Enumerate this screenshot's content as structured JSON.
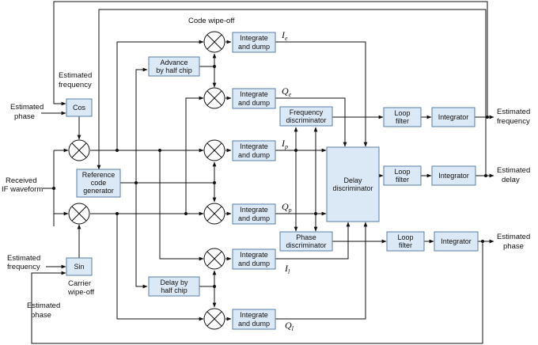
{
  "labels": {
    "code_wipeoff": "Code wipe-off",
    "estimated_frequency_top": [
      "Estimated",
      "frequency"
    ],
    "estimated_phase_left": [
      "Estimated",
      "phase"
    ],
    "received_if": [
      "Received",
      "IF waveform"
    ],
    "estimated_frequency_bottom": [
      "Estimated",
      "frequency"
    ],
    "carrier_wipeoff": [
      "Carrier",
      "wipe-off"
    ],
    "estimated_phase_bottom": [
      "Estimated",
      "phase"
    ],
    "out_frequency": [
      "Estimated",
      "frequency"
    ],
    "out_delay": [
      "Estimated",
      "delay"
    ],
    "out_phase": [
      "Estimated",
      "phase"
    ]
  },
  "signals": {
    "ie": {
      "main": "I",
      "sub": "e"
    },
    "qe": {
      "main": "Q",
      "sub": "e"
    },
    "ip": {
      "main": "I",
      "sub": "p"
    },
    "qp": {
      "main": "Q",
      "sub": "p"
    },
    "il": {
      "main": "I",
      "sub": "l"
    },
    "ql": {
      "main": "Q",
      "sub": "l"
    }
  },
  "blocks": {
    "cos": [
      "Cos"
    ],
    "sin": [
      "Sin"
    ],
    "ref_code_gen": [
      "Reference",
      "code",
      "generator"
    ],
    "advance_half_chip": [
      "Advance",
      "by half chip"
    ],
    "delay_half_chip": [
      "Delay by",
      "half chip"
    ],
    "integrate_dump": [
      "Integrate",
      "and dump"
    ],
    "freq_disc": [
      "Frequency",
      "discriminator"
    ],
    "phase_disc": [
      "Phase",
      "discriminator"
    ],
    "delay_disc": [
      "Delay",
      "discriminator"
    ],
    "loop_filter": [
      "Loop",
      "filter"
    ],
    "integrator": [
      "Integrator"
    ]
  },
  "colors": {
    "block_fill": "#dbe8f5",
    "block_stroke": "#5a7ea6",
    "line": "#111111"
  }
}
